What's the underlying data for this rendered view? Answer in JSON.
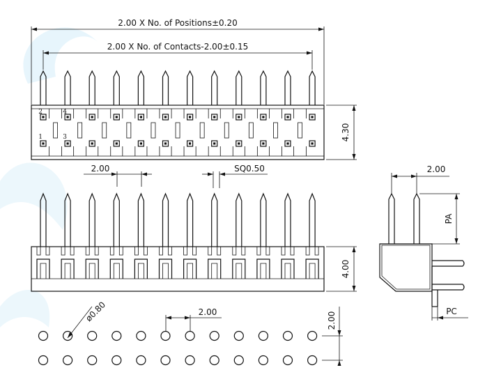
{
  "top_view": {
    "overall_dim": "2.00 X No. of Positions±0.20",
    "contacts_dim": "2.00 X No. of Contacts-2.00±0.15",
    "height_dim": "4.30",
    "pin_labels": [
      "2",
      "4",
      "1",
      "3"
    ],
    "pin_columns": 12
  },
  "front_view": {
    "pitch_dim": "2.00",
    "pin_size_dim": "SQ0.50",
    "body_height_dim": "4.00"
  },
  "side_view": {
    "pitch_dim": "2.00",
    "pa_label": "PA",
    "pc_label": "PC"
  },
  "pcb_layout": {
    "hole_dim": "ø0.80",
    "pitch_dim": "2.00",
    "row_pitch_dim": "2.00",
    "columns": 12,
    "rows": 2
  },
  "colors": {
    "line": "#111111",
    "watermark": "#9fd8f2"
  }
}
